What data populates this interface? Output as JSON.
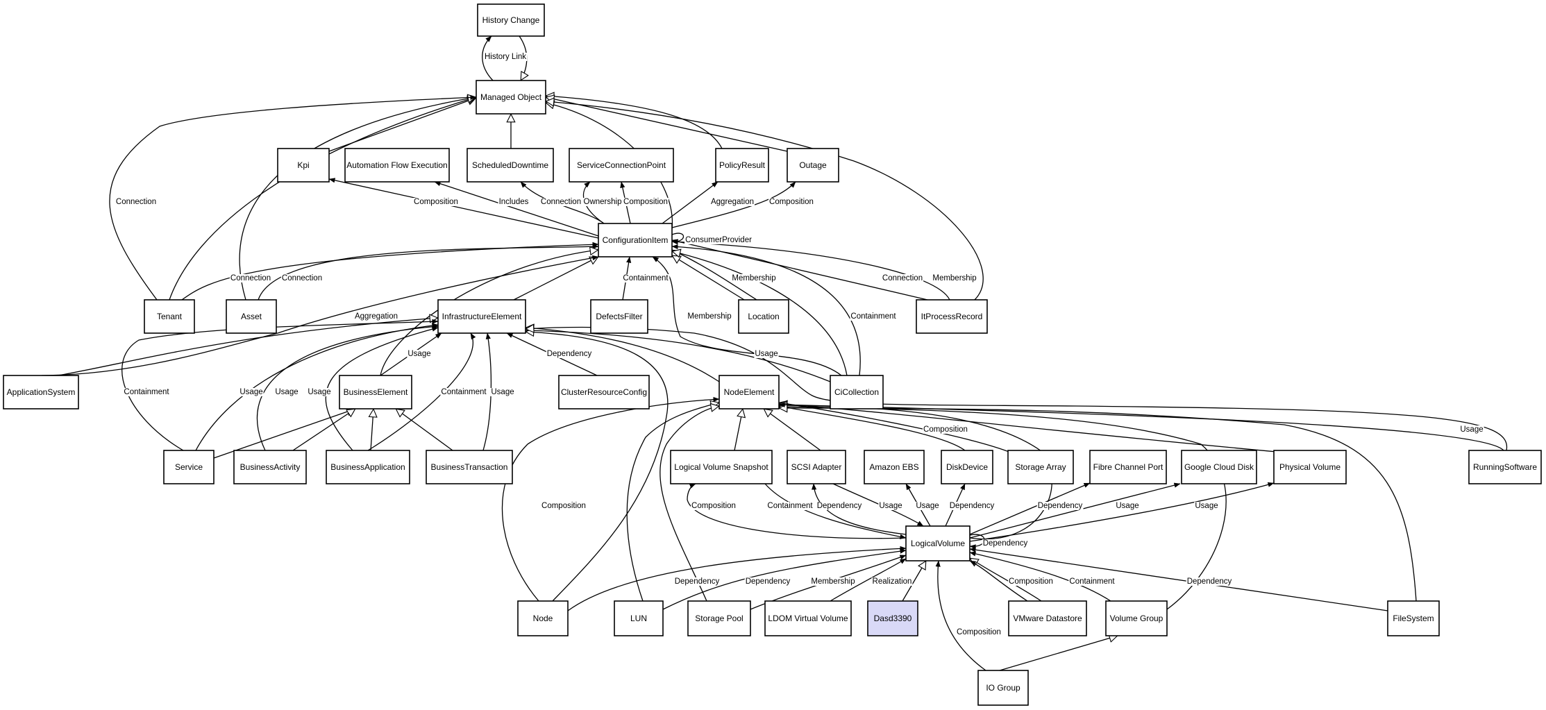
{
  "nodes": [
    {
      "id": "history_change",
      "label": "History Change"
    },
    {
      "id": "managed_object",
      "label": "Managed Object"
    },
    {
      "id": "kpi",
      "label": "Kpi"
    },
    {
      "id": "automation_flow",
      "label": "Automation Flow Execution"
    },
    {
      "id": "scheduled_downtime",
      "label": "ScheduledDowntime"
    },
    {
      "id": "service_connection_point",
      "label": "ServiceConnectionPoint"
    },
    {
      "id": "policy_result",
      "label": "PolicyResult"
    },
    {
      "id": "outage",
      "label": "Outage"
    },
    {
      "id": "configuration_item",
      "label": "ConfigurationItem"
    },
    {
      "id": "tenant",
      "label": "Tenant"
    },
    {
      "id": "asset",
      "label": "Asset"
    },
    {
      "id": "infrastructure_element",
      "label": "InfrastructureElement"
    },
    {
      "id": "defects_filter",
      "label": "DefectsFilter"
    },
    {
      "id": "location",
      "label": "Location"
    },
    {
      "id": "it_process_record",
      "label": "ItProcessRecord"
    },
    {
      "id": "application_system",
      "label": "ApplicationSystem"
    },
    {
      "id": "business_element",
      "label": "BusinessElement"
    },
    {
      "id": "cluster_resource_config",
      "label": "ClusterResourceConfig"
    },
    {
      "id": "node_element",
      "label": "NodeElement"
    },
    {
      "id": "ci_collection",
      "label": "CiCollection"
    },
    {
      "id": "service",
      "label": "Service"
    },
    {
      "id": "business_activity",
      "label": "BusinessActivity"
    },
    {
      "id": "business_application",
      "label": "BusinessApplication"
    },
    {
      "id": "business_transaction",
      "label": "BusinessTransaction"
    },
    {
      "id": "lv_snapshot",
      "label": "Logical Volume Snapshot"
    },
    {
      "id": "scsi_adapter",
      "label": "SCSI Adapter"
    },
    {
      "id": "amazon_ebs",
      "label": "Amazon EBS"
    },
    {
      "id": "disk_device",
      "label": "DiskDevice"
    },
    {
      "id": "storage_array",
      "label": "Storage Array"
    },
    {
      "id": "fibre_channel_port",
      "label": "Fibre Channel Port"
    },
    {
      "id": "google_cloud_disk",
      "label": "Google Cloud Disk"
    },
    {
      "id": "physical_volume",
      "label": "Physical Volume"
    },
    {
      "id": "running_software",
      "label": "RunningSoftware"
    },
    {
      "id": "logical_volume",
      "label": "LogicalVolume"
    },
    {
      "id": "node",
      "label": "Node"
    },
    {
      "id": "lun",
      "label": "LUN"
    },
    {
      "id": "storage_pool",
      "label": "Storage Pool"
    },
    {
      "id": "ldom_virtual_volume",
      "label": "LDOM Virtual Volume"
    },
    {
      "id": "dasd3390",
      "label": "Dasd3390",
      "highlighted": true
    },
    {
      "id": "vmware_datastore",
      "label": "VMware Datastore"
    },
    {
      "id": "volume_group",
      "label": "Volume Group"
    },
    {
      "id": "file_system",
      "label": "FileSystem"
    },
    {
      "id": "io_group",
      "label": "IO Group"
    }
  ],
  "edges": [
    {
      "id": "e01",
      "from": "managed_object",
      "to": "history_change",
      "label": "History Link",
      "arrow": "filled"
    },
    {
      "id": "e02",
      "from": "history_change",
      "to": "managed_object",
      "label": "",
      "arrow": "hollow"
    },
    {
      "id": "e03",
      "from": "kpi",
      "to": "managed_object",
      "label": "",
      "arrow": "hollow"
    },
    {
      "id": "e04",
      "from": "scheduled_downtime",
      "to": "managed_object",
      "label": "",
      "arrow": "hollow"
    },
    {
      "id": "e05",
      "from": "policy_result",
      "to": "managed_object",
      "label": "",
      "arrow": "hollow"
    },
    {
      "id": "e06",
      "from": "outage",
      "to": "managed_object",
      "label": "",
      "arrow": "hollow"
    },
    {
      "id": "e07",
      "from": "configuration_item",
      "to": "managed_object",
      "label": "",
      "arrow": "hollow"
    },
    {
      "id": "e08",
      "from": "tenant",
      "to": "managed_object",
      "label": "",
      "arrow": "hollow"
    },
    {
      "id": "e09",
      "from": "asset",
      "to": "managed_object",
      "label": "",
      "arrow": "hollow"
    },
    {
      "id": "e10",
      "from": "it_process_record",
      "to": "managed_object",
      "label": "",
      "arrow": "hollow"
    },
    {
      "id": "e11",
      "from": "tenant",
      "to": "managed_object",
      "label": "Connection",
      "arrow": "filled"
    },
    {
      "id": "e12",
      "from": "configuration_item",
      "to": "kpi",
      "label": "Composition",
      "arrow": "filled"
    },
    {
      "id": "e13",
      "from": "configuration_item",
      "to": "automation_flow",
      "label": "Includes",
      "arrow": "filled"
    },
    {
      "id": "e14",
      "from": "configuration_item",
      "to": "scheduled_downtime",
      "label": "Connection",
      "arrow": "filled"
    },
    {
      "id": "e15",
      "from": "configuration_item",
      "to": "service_connection_point",
      "label": "Ownership",
      "arrow": "filled"
    },
    {
      "id": "e16",
      "from": "configuration_item",
      "to": "service_connection_point",
      "label": "Composition",
      "arrow": "filled"
    },
    {
      "id": "e17",
      "from": "configuration_item",
      "to": "policy_result",
      "label": "Aggregation",
      "arrow": "filled"
    },
    {
      "id": "e18",
      "from": "configuration_item",
      "to": "outage",
      "label": "Composition",
      "arrow": "filled"
    },
    {
      "id": "e19",
      "from": "configuration_item",
      "to": "configuration_item",
      "label": "ConsumerProvider",
      "arrow": "filled"
    },
    {
      "id": "e20",
      "from": "tenant",
      "to": "configuration_item",
      "label": "Connection",
      "arrow": "filled"
    },
    {
      "id": "e21",
      "from": "asset",
      "to": "configuration_item",
      "label": "Connection",
      "arrow": "filled"
    },
    {
      "id": "e22",
      "from": "infrastructure_element",
      "to": "configuration_item",
      "label": "",
      "arrow": "hollow"
    },
    {
      "id": "e23",
      "from": "defects_filter",
      "to": "configuration_item",
      "label": "Containment",
      "arrow": "filled"
    },
    {
      "id": "e24",
      "from": "location",
      "to": "configuration_item",
      "label": "",
      "arrow": "hollow"
    },
    {
      "id": "e25",
      "from": "location",
      "to": "configuration_item",
      "label": "Membership",
      "arrow": "filled"
    },
    {
      "id": "e26",
      "from": "it_process_record",
      "to": "configuration_item",
      "label": "Connection",
      "arrow": "filled"
    },
    {
      "id": "e27",
      "from": "it_process_record",
      "to": "configuration_item",
      "label": "Membership",
      "arrow": "filled"
    },
    {
      "id": "e28",
      "from": "ci_collection",
      "to": "configuration_item",
      "label": "Containment",
      "arrow": "filled"
    },
    {
      "id": "e29",
      "from": "ci_collection",
      "to": "configuration_item",
      "label": "Membership",
      "arrow": "filled"
    },
    {
      "id": "e30",
      "from": "ci_collection",
      "to": "configuration_item",
      "label": "",
      "arrow": "hollow"
    },
    {
      "id": "e31",
      "from": "application_system",
      "to": "configuration_item",
      "label": "Aggregation",
      "arrow": "filled"
    },
    {
      "id": "e32",
      "from": "business_element",
      "to": "configuration_item",
      "label": "",
      "arrow": "hollow"
    },
    {
      "id": "e33",
      "from": "application_system",
      "to": "infrastructure_element",
      "label": "",
      "arrow": "hollow"
    },
    {
      "id": "e34",
      "from": "service",
      "to": "infrastructure_element",
      "label": "Containment",
      "arrow": "filled"
    },
    {
      "id": "e35",
      "from": "service",
      "to": "infrastructure_element",
      "label": "Usage",
      "arrow": "filled"
    },
    {
      "id": "e36",
      "from": "business_activity",
      "to": "infrastructure_element",
      "label": "Usage",
      "arrow": "filled"
    },
    {
      "id": "e37",
      "from": "business_application",
      "to": "infrastructure_element",
      "label": "Usage",
      "arrow": "filled"
    },
    {
      "id": "e38",
      "from": "business_element",
      "to": "infrastructure_element",
      "label": "Usage",
      "arrow": "filled"
    },
    {
      "id": "e39",
      "from": "business_application",
      "to": "infrastructure_element",
      "label": "Containment",
      "arrow": "filled"
    },
    {
      "id": "e40",
      "from": "business_transaction",
      "to": "infrastructure_element",
      "label": "Usage",
      "arrow": "filled"
    },
    {
      "id": "e41",
      "from": "cluster_resource_config",
      "to": "infrastructure_element",
      "label": "Dependency",
      "arrow": "filled"
    },
    {
      "id": "e42",
      "from": "node_element",
      "to": "infrastructure_element",
      "label": "",
      "arrow": "hollow"
    },
    {
      "id": "e43",
      "from": "ci_collection",
      "to": "infrastructure_element",
      "label": "Usage",
      "arrow": "filled"
    },
    {
      "id": "e44",
      "from": "node",
      "to": "infrastructure_element",
      "label": "",
      "arrow": "hollow"
    },
    {
      "id": "e45",
      "from": "running_software",
      "to": "infrastructure_element",
      "label": "",
      "arrow": "hollow"
    },
    {
      "id": "e46",
      "from": "service",
      "to": "business_element",
      "label": "",
      "arrow": "hollow"
    },
    {
      "id": "e47",
      "from": "business_activity",
      "to": "business_element",
      "label": "",
      "arrow": "hollow"
    },
    {
      "id": "e48",
      "from": "business_application",
      "to": "business_element",
      "label": "",
      "arrow": "hollow"
    },
    {
      "id": "e49",
      "from": "business_transaction",
      "to": "business_element",
      "label": "",
      "arrow": "hollow"
    },
    {
      "id": "e50",
      "from": "node",
      "to": "node_element",
      "label": "Composition",
      "arrow": "filled"
    },
    {
      "id": "e51",
      "from": "lun",
      "to": "node_element",
      "label": "",
      "arrow": "hollow"
    },
    {
      "id": "e52",
      "from": "storage_pool",
      "to": "node_element",
      "label": "",
      "arrow": "hollow"
    },
    {
      "id": "e53",
      "from": "lv_snapshot",
      "to": "node_element",
      "label": "",
      "arrow": "hollow"
    },
    {
      "id": "e54",
      "from": "scsi_adapter",
      "to": "node_element",
      "label": "",
      "arrow": "hollow"
    },
    {
      "id": "e55",
      "from": "disk_device",
      "to": "node_element",
      "label": "",
      "arrow": "hollow"
    },
    {
      "id": "e56",
      "from": "storage_array",
      "to": "node_element",
      "label": "Composition",
      "arrow": "filled"
    },
    {
      "id": "e57",
      "from": "physical_volume",
      "to": "node_element",
      "label": "",
      "arrow": "hollow"
    },
    {
      "id": "e58",
      "from": "logical_volume",
      "to": "node_element",
      "label": "",
      "arrow": "hollow"
    },
    {
      "id": "e59",
      "from": "volume_group",
      "to": "node_element",
      "label": "",
      "arrow": "hollow"
    },
    {
      "id": "e60",
      "from": "file_system",
      "to": "node_element",
      "label": "",
      "arrow": "hollow"
    },
    {
      "id": "e61",
      "from": "running_software",
      "to": "node_element",
      "label": "Usage",
      "arrow": "filled"
    },
    {
      "id": "e62",
      "from": "logical_volume",
      "to": "lv_snapshot",
      "label": "Composition",
      "arrow": "filled"
    },
    {
      "id": "e63",
      "from": "lv_snapshot",
      "to": "logical_volume",
      "label": "Containment",
      "arrow": "filled"
    },
    {
      "id": "e64",
      "from": "logical_volume",
      "to": "scsi_adapter",
      "label": "Dependency",
      "arrow": "filled"
    },
    {
      "id": "e65",
      "from": "scsi_adapter",
      "to": "logical_volume",
      "label": "Usage",
      "arrow": "filled"
    },
    {
      "id": "e66",
      "from": "logical_volume",
      "to": "amazon_ebs",
      "label": "Usage",
      "arrow": "filled"
    },
    {
      "id": "e67",
      "from": "logical_volume",
      "to": "disk_device",
      "label": "Dependency",
      "arrow": "filled"
    },
    {
      "id": "e68",
      "from": "logical_volume",
      "to": "fibre_channel_port",
      "label": "Dependency",
      "arrow": "filled"
    },
    {
      "id": "e69",
      "from": "logical_volume",
      "to": "google_cloud_disk",
      "label": "Usage",
      "arrow": "filled"
    },
    {
      "id": "e70",
      "from": "logical_volume",
      "to": "physical_volume",
      "label": "Usage",
      "arrow": "filled"
    },
    {
      "id": "e71",
      "from": "logical_volume",
      "to": "logical_volume",
      "label": "Dependency",
      "arrow": "filled"
    },
    {
      "id": "e72",
      "from": "node",
      "to": "logical_volume",
      "label": "Dependency",
      "arrow": "filled"
    },
    {
      "id": "e73",
      "from": "lun",
      "to": "logical_volume",
      "label": "Dependency",
      "arrow": "filled"
    },
    {
      "id": "e74",
      "from": "storage_pool",
      "to": "logical_volume",
      "label": "Membership",
      "arrow": "filled"
    },
    {
      "id": "e75",
      "from": "ldom_virtual_volume",
      "to": "logical_volume",
      "label": "Realization",
      "arrow": "filled"
    },
    {
      "id": "e76",
      "from": "dasd3390",
      "to": "logical_volume",
      "label": "",
      "arrow": "hollow"
    },
    {
      "id": "e77",
      "from": "vmware_datastore",
      "to": "logical_volume",
      "label": "",
      "arrow": "hollow"
    },
    {
      "id": "e78",
      "from": "vmware_datastore",
      "to": "logical_volume",
      "label": "Composition",
      "arrow": "filled"
    },
    {
      "id": "e79",
      "from": "volume_group",
      "to": "logical_volume",
      "label": "Containment",
      "arrow": "filled"
    },
    {
      "id": "e80",
      "from": "file_system",
      "to": "logical_volume",
      "label": "Dependency",
      "arrow": "filled"
    },
    {
      "id": "e81",
      "from": "io_group",
      "to": "logical_volume",
      "label": "Composition",
      "arrow": "filled"
    },
    {
      "id": "e82",
      "from": "io_group",
      "to": "volume_group",
      "label": "",
      "arrow": "hollow"
    }
  ]
}
